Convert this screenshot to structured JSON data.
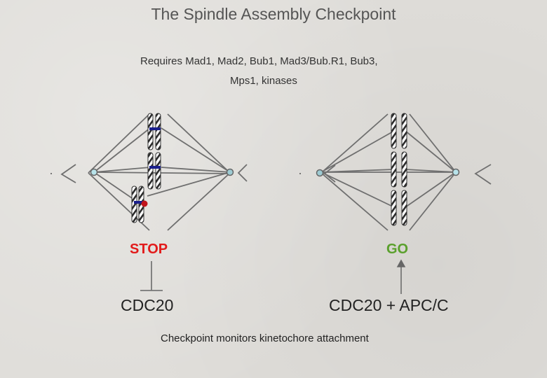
{
  "slide": {
    "title": "The Spindle Assembly Checkpoint",
    "requirements_line1": "Requires Mad1, Mad2, Bub1, Mad3/Bub.R1, Bub3,",
    "requirements_line2": "Mps1,  kinases",
    "footer": "Checkpoint monitors kinetochore attachment"
  },
  "left_panel": {
    "signal_label": "STOP",
    "signal_color": "#e21b1b",
    "target_label": "CDC20",
    "arrow_type": "inhibition"
  },
  "right_panel": {
    "signal_label": "GO",
    "signal_color": "#5aa02c",
    "target_label": "CDC20 + APC/C",
    "arrow_type": "activation"
  },
  "colors": {
    "spindle_line": "#6f6f6f",
    "centrosome_fill": "#b8e3ea",
    "kinetochore": "#1a1f8c",
    "unattached_marker": "#c0141c"
  }
}
